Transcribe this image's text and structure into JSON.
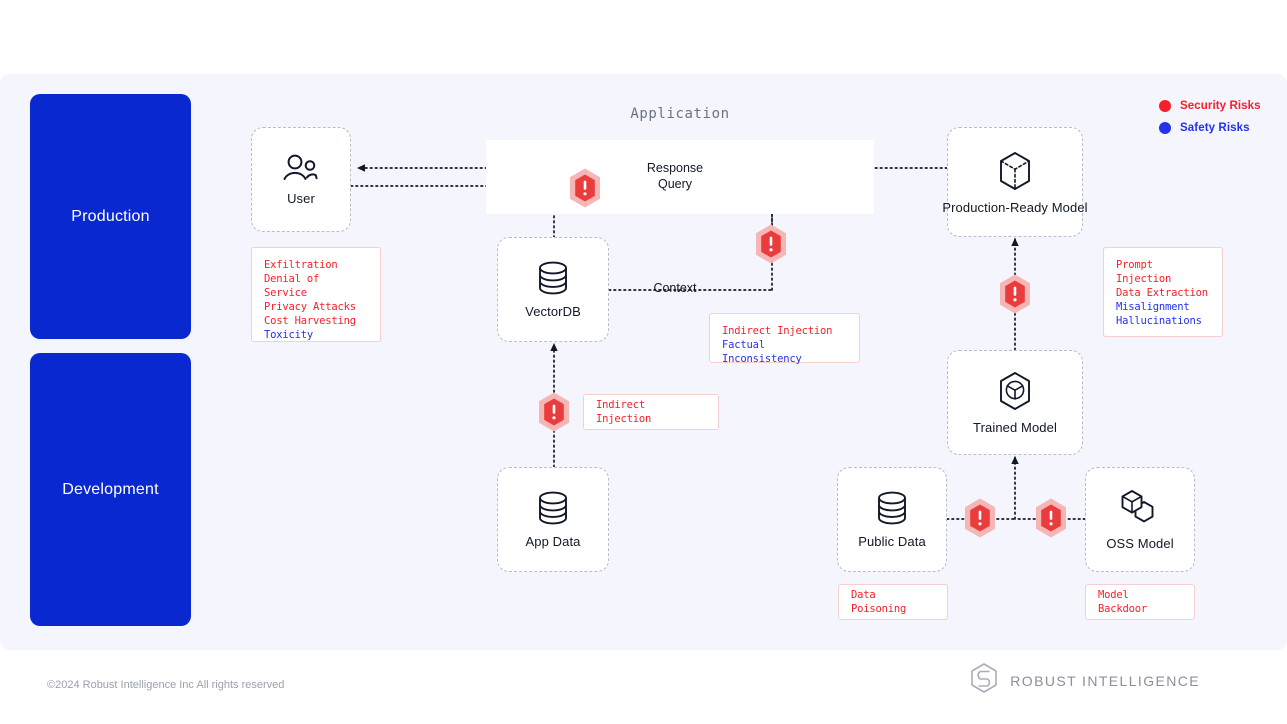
{
  "diagram": {
    "application_title": "Application",
    "flow_labels": {
      "response": "Response",
      "query": "Query",
      "context": "Context"
    }
  },
  "stages": [
    {
      "id": "production",
      "label": "Production",
      "color": "#0a28d0"
    },
    {
      "id": "development",
      "label": "Development",
      "color": "#0a28d0"
    }
  ],
  "nodes": [
    {
      "id": "user",
      "label": "User",
      "icon": "users-icon"
    },
    {
      "id": "vectordb",
      "label": "VectorDB",
      "icon": "database-icon"
    },
    {
      "id": "appdata",
      "label": "App Data",
      "icon": "database-icon"
    },
    {
      "id": "publicdata",
      "label": "Public Data",
      "icon": "database-icon"
    },
    {
      "id": "ossmodel",
      "label": "OSS Model",
      "icon": "double-cube-icon"
    },
    {
      "id": "trained",
      "label": "Trained Model",
      "icon": "hexagon-target-icon"
    },
    {
      "id": "prodmodel",
      "label": "Production-Ready Model",
      "icon": "cube-icon"
    }
  ],
  "risks": {
    "user": {
      "security": [
        "Exfiltration",
        "Denial of Service",
        "Privacy Attacks",
        "Cost Harvesting"
      ],
      "safety": [
        "Toxicity"
      ]
    },
    "production_model": {
      "security": [
        "Prompt Injection",
        "Data Extraction"
      ],
      "safety": [
        "Misalignment",
        "Hallucinations"
      ]
    },
    "context": {
      "security": [
        "Indirect Injection"
      ],
      "safety": [
        "Factual Inconsistency"
      ]
    },
    "app_data": {
      "security": [
        "Indirect Injection"
      ],
      "safety": []
    },
    "public_data": {
      "security": [
        "Data Poisoning"
      ],
      "safety": []
    },
    "oss_model": {
      "security": [
        "Model Backdoor"
      ],
      "safety": []
    }
  },
  "legend": [
    {
      "label": "Security Risks",
      "color": "#f5202c"
    },
    {
      "label": "Safety Risks",
      "color": "#2431ed"
    }
  ],
  "footer": {
    "copyright": "©2024 Robust Intelligence Inc All rights reserved",
    "brand": "ROBUST INTELLIGENCE"
  },
  "colors": {
    "background": "#f5f5fd",
    "stage_blue": "#0a28d0",
    "security_red": "#f5202c",
    "safety_blue": "#2431ed",
    "badge_red": "#ea3c3c",
    "badge_halo": "#f7b6b6"
  }
}
